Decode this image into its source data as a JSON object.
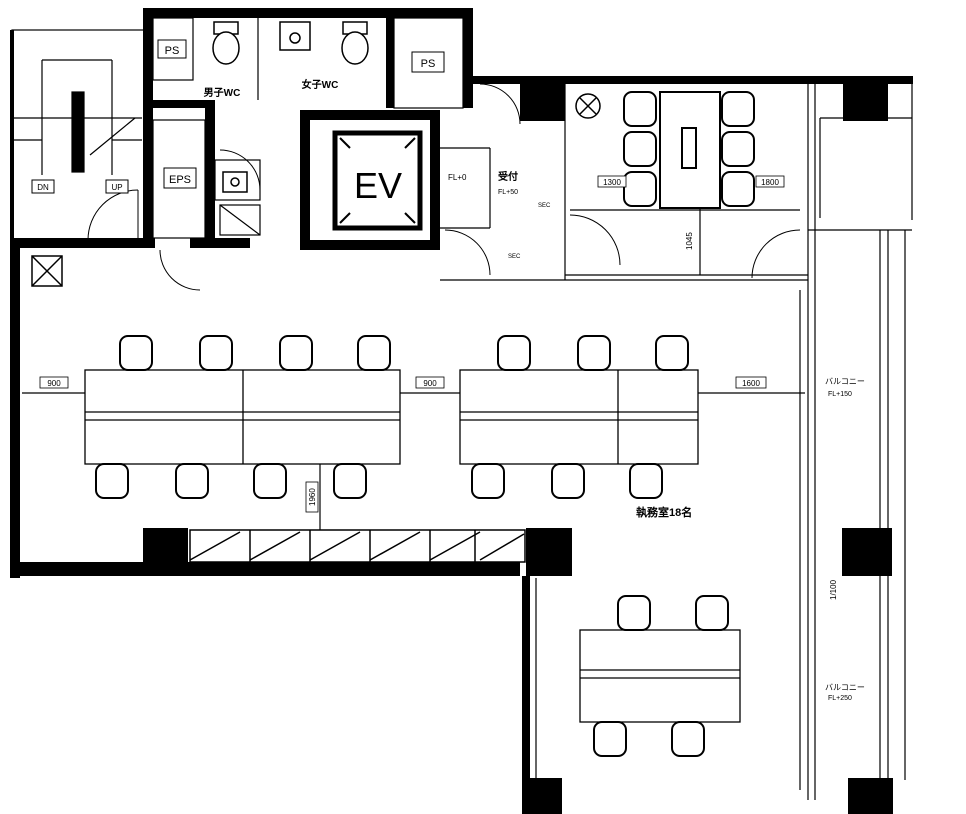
{
  "labels": {
    "ps": "PS",
    "eps": "EPS",
    "ev": "EV",
    "men_wc": "男子WC",
    "women_wc": "女子WC",
    "dn": "DN",
    "up": "UP",
    "reception": "受付",
    "reception_fl": "FL+50",
    "fl_small": "FL+0",
    "sec": "SEC",
    "office": "執務室18名",
    "balcony_top": "バルコニー",
    "balcony_top_fl": "FL+150",
    "balcony_bottom": "バルコニー",
    "balcony_bottom_fl": "FL+250",
    "slope": "1/100"
  },
  "dimensions": {
    "left_gap": "900",
    "mid_gap": "900",
    "right_gap": "1600",
    "meeting_left": "1300",
    "meeting_right": "1800",
    "meeting_door": "1045",
    "aisle": "1960"
  },
  "colors": {
    "wall": "#000000",
    "line": "#000000",
    "paper": "#ffffff"
  }
}
